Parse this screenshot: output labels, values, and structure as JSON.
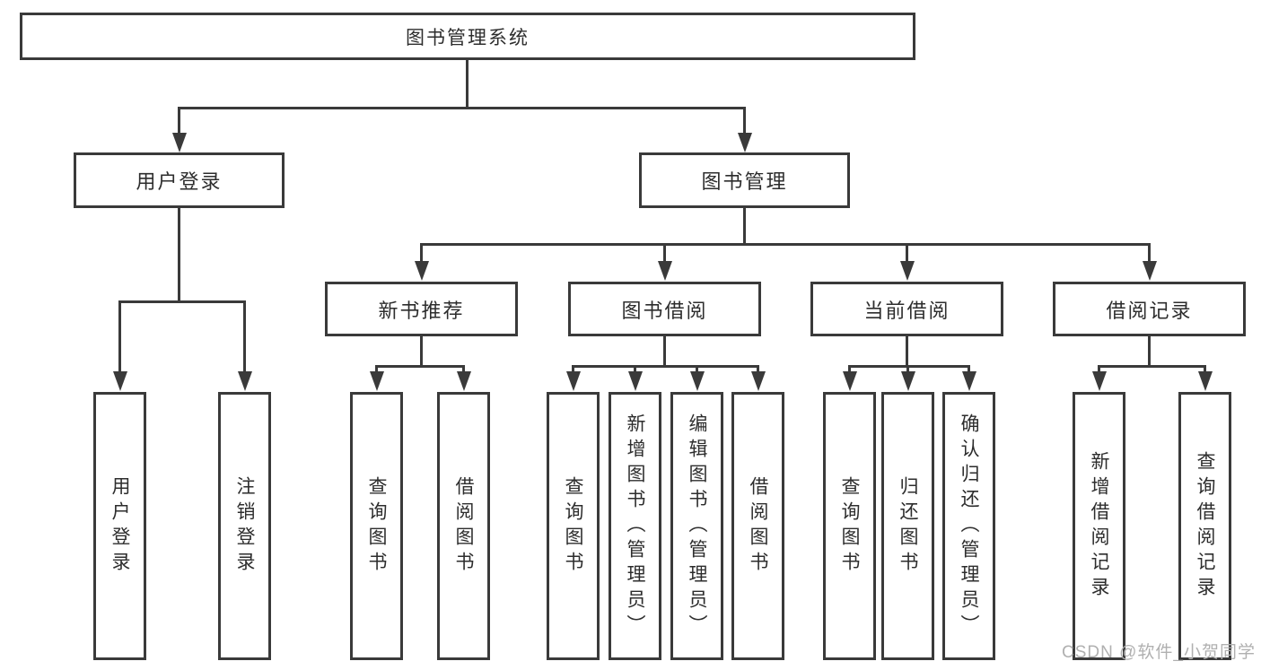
{
  "colors": {
    "line": "#3a3a3a",
    "text": "#2d2d2d",
    "bg": "#ffffff",
    "watermark": "#b0b0b0"
  },
  "tree": {
    "label": "图书管理系统",
    "children": [
      {
        "label": "用户登录",
        "children": [
          {
            "label": "用户登录"
          },
          {
            "label": "注销登录"
          }
        ]
      },
      {
        "label": "图书管理",
        "children": [
          {
            "label": "新书推荐",
            "children": [
              {
                "label": "查询图书"
              },
              {
                "label": "借阅图书"
              }
            ]
          },
          {
            "label": "图书借阅",
            "children": [
              {
                "label": "查询图书"
              },
              {
                "label": "新增图书（管理员）"
              },
              {
                "label": "编辑图书（管理员）"
              },
              {
                "label": "借阅图书"
              }
            ]
          },
          {
            "label": "当前借阅",
            "children": [
              {
                "label": "查询图书"
              },
              {
                "label": "归还图书"
              },
              {
                "label": "确认归还（管理员）"
              }
            ]
          },
          {
            "label": "借阅记录",
            "children": [
              {
                "label": "新增借阅记录"
              },
              {
                "label": "查询借阅记录"
              }
            ]
          }
        ]
      }
    ]
  },
  "watermark": {
    "label": "CSDN @软件_小贺同学"
  }
}
